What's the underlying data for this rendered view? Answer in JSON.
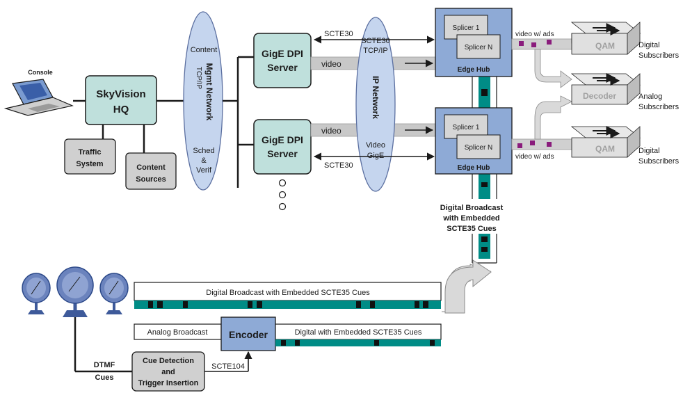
{
  "colors": {
    "teal_box": "#bfe0dc",
    "gray_box": "#d0d0d0",
    "ellipse": "#c5d5ee",
    "hub_blue": "#8eaad6",
    "splicer": "#d6d6d6",
    "teal_bar": "#008c86",
    "cue_black": "#111111",
    "ad_purple": "#8a1c7c",
    "gray_arrow": "#d9d9d9",
    "dish_blue": "#6b83bd"
  },
  "labels": {
    "console": "Console",
    "hq_line1": "SkyVision",
    "hq_line2": "HQ",
    "traffic_line1": "Traffic",
    "traffic_line2": "System",
    "content_src_line1": "Content",
    "content_src_line2": "Sources",
    "mgmt_content": "Content",
    "mgmt_title": "Mgmt Network",
    "mgmt_tcpip": "TCP/IP",
    "mgmt_sched": "Sched",
    "mgmt_amp": "&",
    "mgmt_verif": "Verif",
    "dpi_line1": "GigE DPI",
    "dpi_line2": "Server",
    "scte30": "SCTE30",
    "video": "video",
    "ip_scte30": "SCTE30",
    "ip_tcpip": "TCP/IP",
    "ip_title": "IP Network",
    "ip_video": "Video",
    "ip_gige": "GigE",
    "splicer_1": "Splicer 1",
    "splicer_n": "Splicer N",
    "edge_hub": "Edge Hub",
    "video_ads": "video w/ ads",
    "qam": "QAM",
    "decoder": "Decoder",
    "digital_subs_1": "Digital",
    "digital_subs_2": "Subscribers",
    "analog_subs_1": "Analog",
    "analog_subs_2": "Subscribers",
    "db_line1": "Digital Broadcast",
    "db_line2": "with Embedded",
    "db_line3": "SCTE35 Cues",
    "bar_digital": "Digital Broadcast with Embedded SCTE35 Cues",
    "analog_broadcast": "Analog Broadcast",
    "encoder": "Encoder",
    "digital_embedded": "Digital with Embedded SCTE35 Cues",
    "dtmf_line1": "DTMF",
    "dtmf_line2": "Cues",
    "cue_line1": "Cue Detection",
    "cue_line2": "and",
    "cue_line3": "Trigger Insertion",
    "scte104": "SCTE104"
  }
}
